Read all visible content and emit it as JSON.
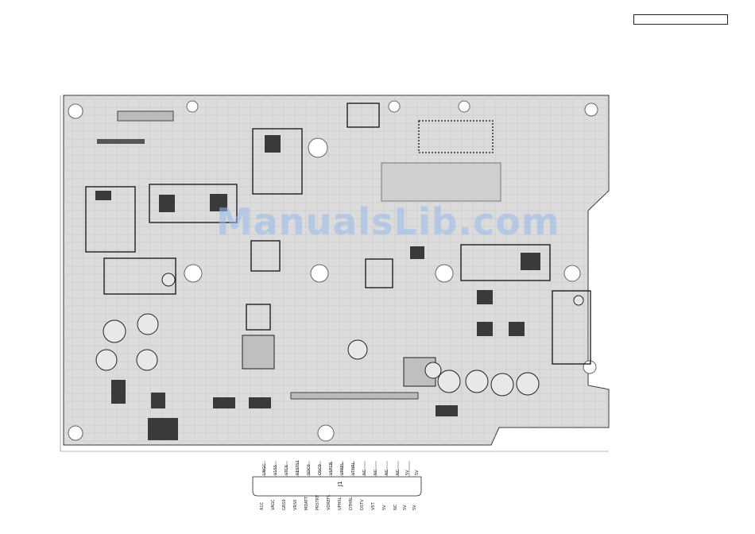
{
  "watermark": "ManualsLib.com",
  "connector": {
    "ref": "J1",
    "top_pins": [
      "UNGC",
      "V1SS",
      "VTC6",
      "RESTS1",
      "SDC0",
      "OSC0",
      "VSFCB",
      "VPREL",
      "VTHRL",
      "NC",
      "NC",
      "NC",
      "NC",
      "5V",
      "5V"
    ],
    "bottom_pins": [
      "A1C",
      "VAGC",
      "GRS0",
      "VRS0",
      "MDATT",
      "PRSTRT",
      "VDREFL",
      "UPHSL",
      "DTHRL",
      "DSTV",
      "V5T",
      "5V",
      "NC",
      "5V",
      "5V"
    ]
  },
  "colors": {
    "board": "#d9d9d9",
    "trace": "#7f7f7f",
    "outline": "#1a1a1a",
    "watermark": "#96b9eb"
  }
}
